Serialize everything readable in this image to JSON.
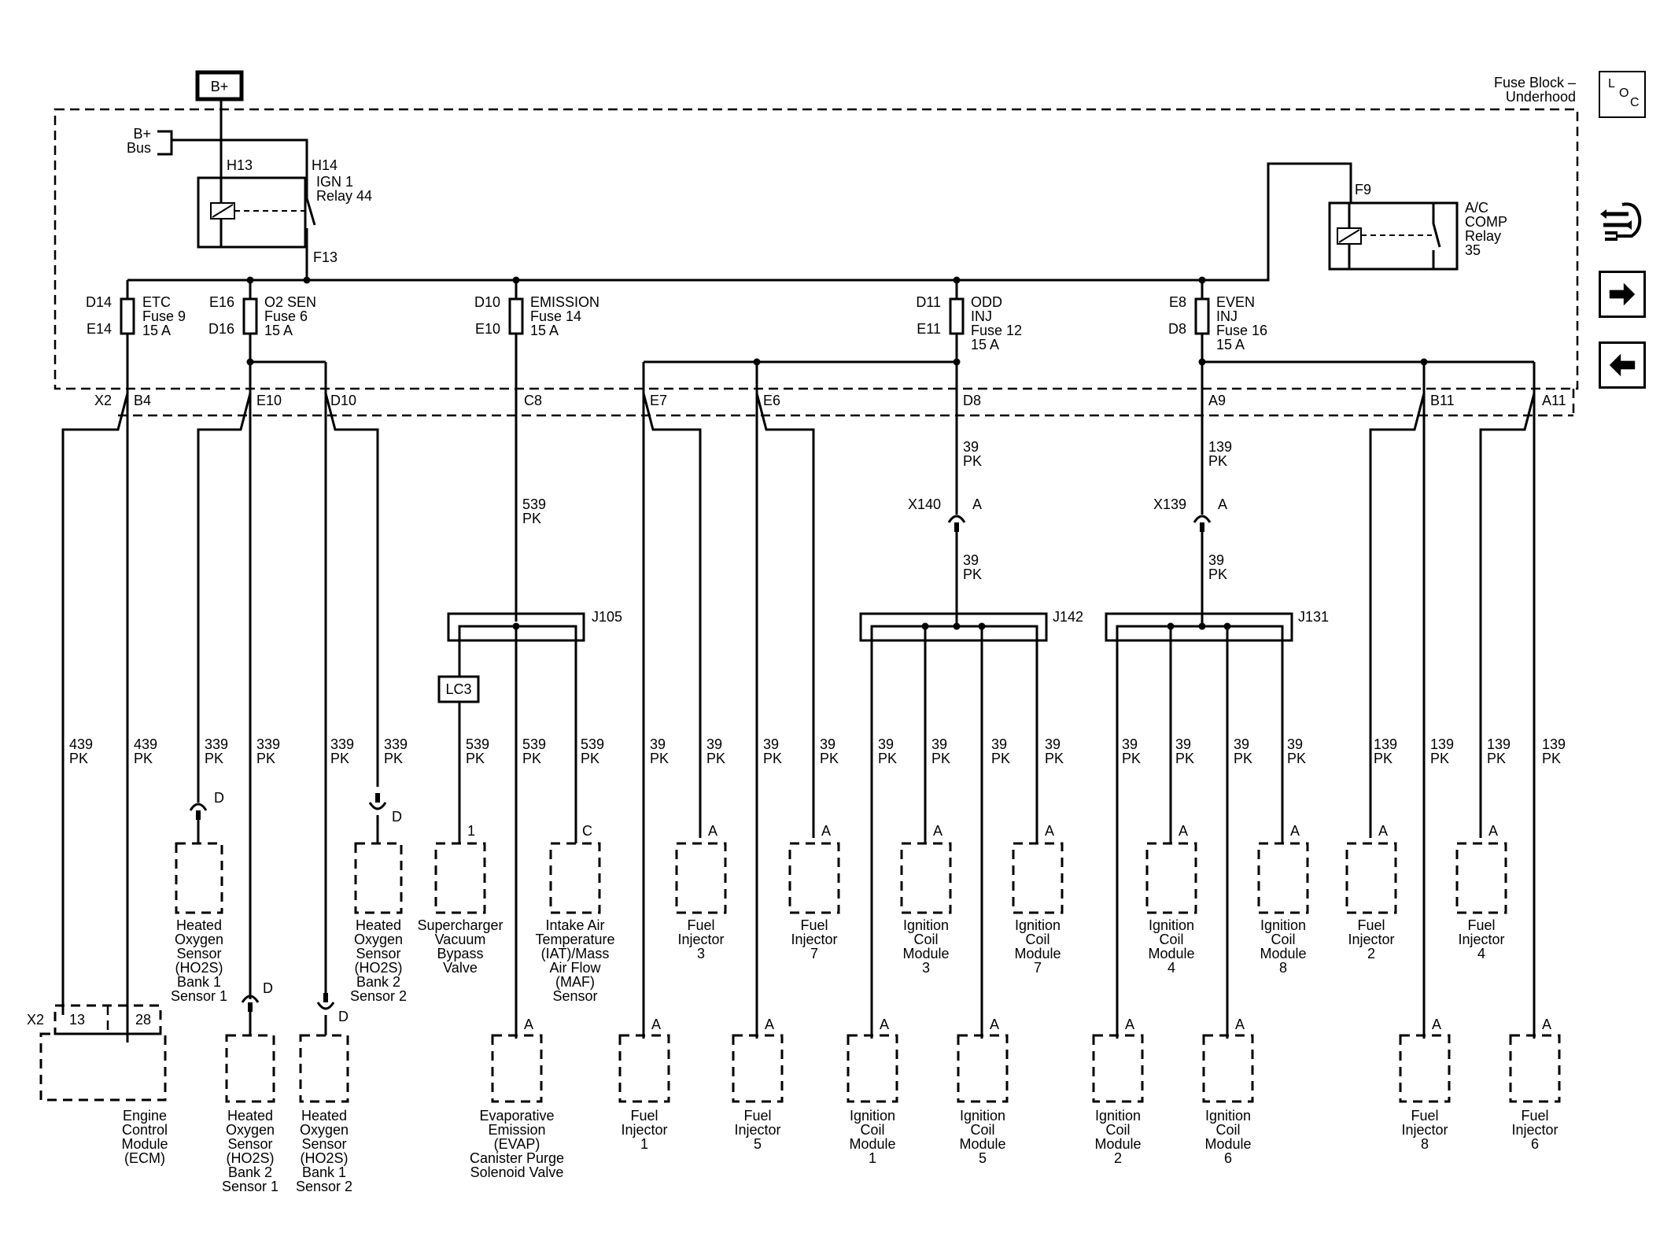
{
  "fuse_block": {
    "title_line1": "Fuse Block –",
    "title_line2": "Underhood",
    "loc_l": "L",
    "loc_o": "O",
    "loc_c": "C"
  },
  "nav": {
    "pinout_icon": "connector-wire-icon",
    "next_icon": "arrow-right-icon",
    "prev_icon": "arrow-left-icon"
  },
  "power": {
    "bplus": "B+",
    "bus_line1": "B+",
    "bus_line2": "Bus",
    "h13": "H13",
    "h14": "H14",
    "f13": "F13",
    "relay1_line1": "IGN 1",
    "relay1_line2": "Relay 44",
    "f9": "F9",
    "relay2_line1": "A/C",
    "relay2_line2": "COMP",
    "relay2_line3": "Relay",
    "relay2_line4": "35"
  },
  "fuses": {
    "etc": {
      "top": "D14",
      "bottom": "E14",
      "l1": "ETC",
      "l2": "Fuse 9",
      "l3": "15 A"
    },
    "o2": {
      "top": "E16",
      "bottom": "D16",
      "l1": "O2 SEN",
      "l2": "Fuse 6",
      "l3": "15 A"
    },
    "emission": {
      "top": "D10",
      "bottom": "E10",
      "l1": "EMISSION",
      "l2": "Fuse 14",
      "l3": "15 A"
    },
    "odd": {
      "top": "D11",
      "bottom": "E11",
      "l1": "ODD",
      "l2": "INJ",
      "l3": "Fuse 12",
      "l4": "15 A"
    },
    "even": {
      "top": "E8",
      "bottom": "D8",
      "l1": "EVEN",
      "l2": "INJ",
      "l3": "Fuse 16",
      "l4": "15 A"
    }
  },
  "x2_pins": {
    "x2": "X2",
    "b4": "B4",
    "e10": "E10",
    "d10": "D10",
    "c8": "C8",
    "e7": "E7",
    "e6": "E6",
    "d8": "D8",
    "a9": "A9",
    "b11": "B11",
    "a11": "A11"
  },
  "wires": {
    "w39": "39",
    "w139": "139",
    "w339": "339",
    "w439": "439",
    "w539": "539",
    "pk": "PK"
  },
  "inline": {
    "x140": "X140",
    "x139": "X139",
    "a": "A"
  },
  "splices": {
    "j105": "J105",
    "j142": "J142",
    "j131": "J131",
    "lc3": "LC3"
  },
  "pins": {
    "a": "A",
    "c": "C",
    "d": "D",
    "one": "1",
    "x2": "X2",
    "p13": "13",
    "p28": "28"
  },
  "components": {
    "ho2s_b1s1": [
      "Heated",
      "Oxygen",
      "Sensor",
      "(HO2S)",
      "Bank 1",
      "Sensor 1"
    ],
    "ho2s_b2s2": [
      "Heated",
      "Oxygen",
      "Sensor",
      "(HO2S)",
      "Bank 2",
      "Sensor 2"
    ],
    "ho2s_b2s1": [
      "Heated",
      "Oxygen",
      "Sensor",
      "(HO2S)",
      "Bank 2",
      "Sensor 1"
    ],
    "ho2s_b1s2": [
      "Heated",
      "Oxygen",
      "Sensor",
      "(HO2S)",
      "Bank 1",
      "Sensor 2"
    ],
    "svb": [
      "Supercharger",
      "Vacuum",
      "Bypass",
      "Valve"
    ],
    "iat": [
      "Intake Air",
      "Temperature",
      "(IAT)/Mass",
      "Air Flow",
      "(MAF)",
      "Sensor"
    ],
    "evap": [
      "Evaporative",
      "Emission",
      "(EVAP)",
      "Canister Purge",
      "Solenoid Valve"
    ],
    "ecm": [
      "Engine",
      "Control",
      "Module",
      "(ECM)"
    ],
    "fi1": [
      "Fuel",
      "Injector",
      "1"
    ],
    "fi2": [
      "Fuel",
      "Injector",
      "2"
    ],
    "fi3": [
      "Fuel",
      "Injector",
      "3"
    ],
    "fi4": [
      "Fuel",
      "Injector",
      "4"
    ],
    "fi5": [
      "Fuel",
      "Injector",
      "5"
    ],
    "fi6": [
      "Fuel",
      "Injector",
      "6"
    ],
    "fi7": [
      "Fuel",
      "Injector",
      "7"
    ],
    "fi8": [
      "Fuel",
      "Injector",
      "8"
    ],
    "ic1": [
      "Ignition",
      "Coil",
      "Module",
      "1"
    ],
    "ic2": [
      "Ignition",
      "Coil",
      "Module",
      "2"
    ],
    "ic3": [
      "Ignition",
      "Coil",
      "Module",
      "3"
    ],
    "ic4": [
      "Ignition",
      "Coil",
      "Module",
      "4"
    ],
    "ic5": [
      "Ignition",
      "Coil",
      "Module",
      "5"
    ],
    "ic6": [
      "Ignition",
      "Coil",
      "Module",
      "6"
    ],
    "ic7": [
      "Ignition",
      "Coil",
      "Module",
      "7"
    ],
    "ic8": [
      "Ignition",
      "Coil",
      "Module",
      "8"
    ]
  }
}
